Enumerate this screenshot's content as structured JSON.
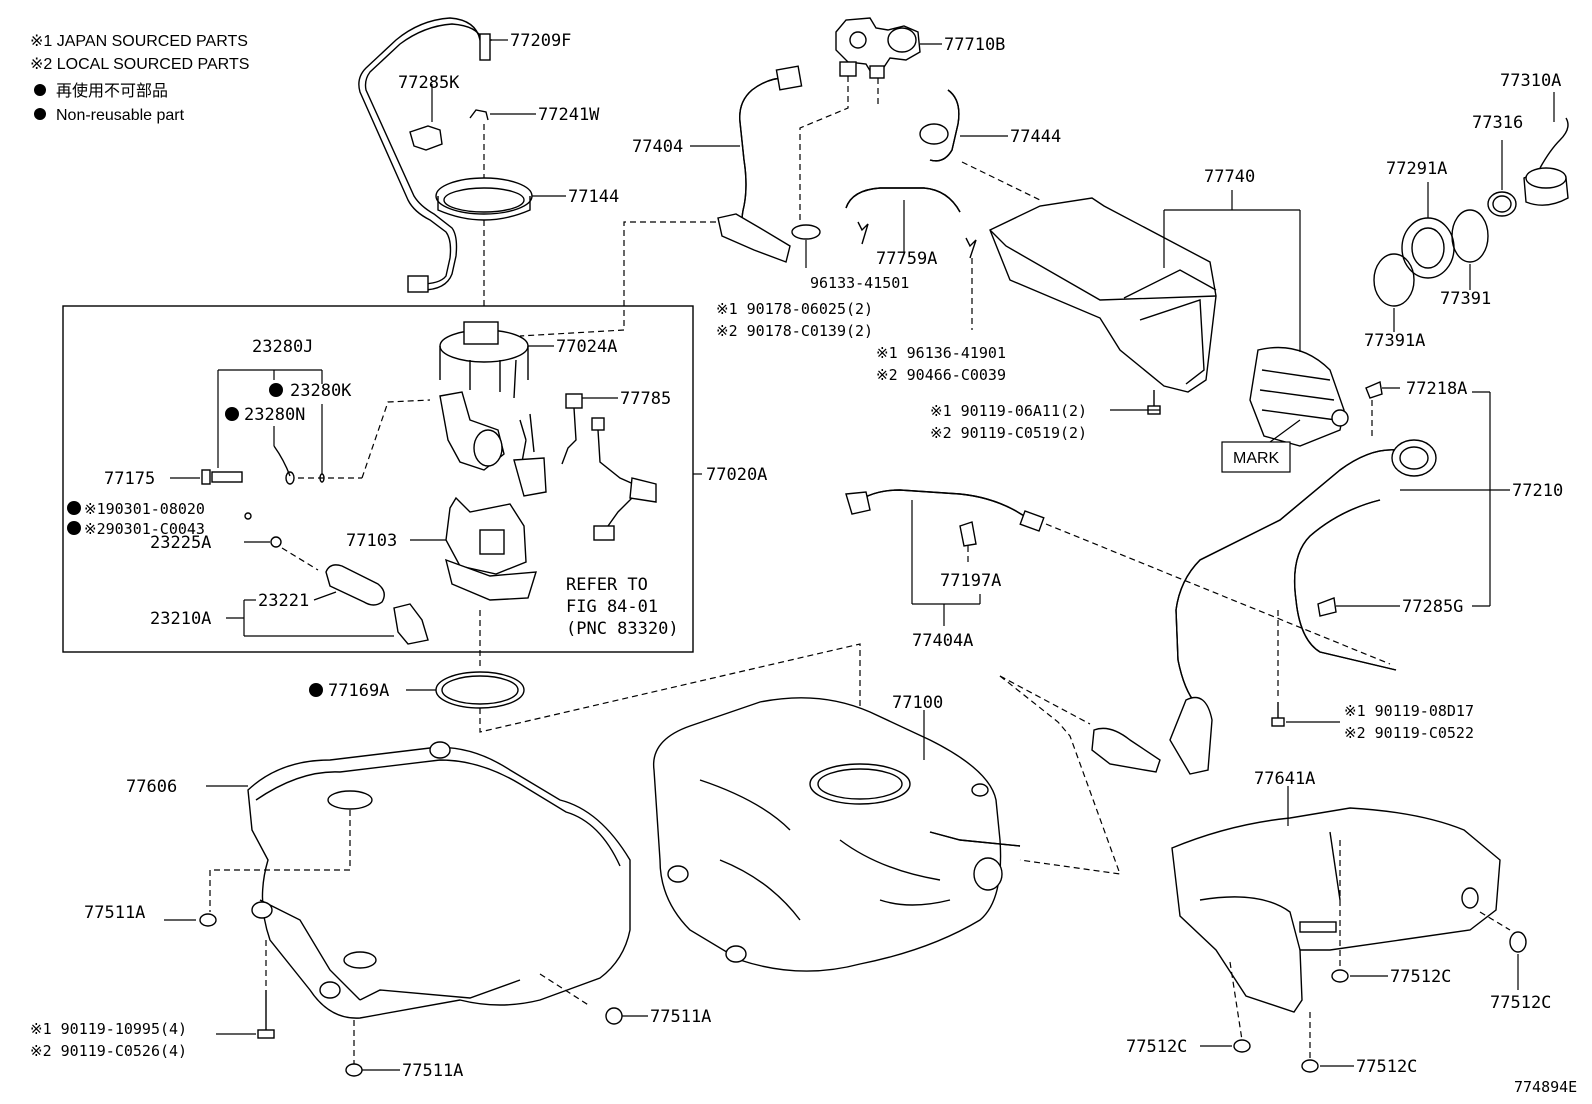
{
  "legend": {
    "line1": "※1 JAPAN SOURCED PARTS",
    "line2": "※2 LOCAL SOURCED PARTS",
    "line3": "再使用不可部品",
    "line4": "Non-reusable part"
  },
  "labels": {
    "p77209F": "77209F",
    "p77285K": "77285K",
    "p77241W": "77241W",
    "p77144": "77144",
    "p77710B": "77710B",
    "p77404": "77404",
    "p77444": "77444",
    "p77740": "77740",
    "p77310A": "77310A",
    "p77316": "77316",
    "p77291A": "77291A",
    "p77391": "77391",
    "p77391A": "77391A",
    "p77759A": "77759A",
    "p96133": "96133-41501",
    "p90178a": "※1 90178-06025(2)",
    "p90178b": "※2 90178-C0139(2)",
    "p96136a": "※1 96136-41901",
    "p96136b": "※2 90466-C0039",
    "p90119a": "※1 90119-06A11(2)",
    "p90119b": "※2 90119-C0519(2)",
    "mark": "MARK",
    "p77218A": "77218A",
    "p77210": "77210",
    "p77285G": "77285G",
    "p23280J": "23280J",
    "p23280K": "23280K",
    "p23280N": "23280N",
    "p77024A": "77024A",
    "p77785": "77785",
    "p77175": "77175",
    "p77020A": "77020A",
    "p90301a": "※190301-08020",
    "p90301b": "※290301-C0043",
    "p23225A": "23225A",
    "p77103": "77103",
    "p23221": "23221",
    "p23210A": "23210A",
    "refer1": "REFER TO",
    "refer2": "FIG 84-01",
    "refer3": "(PNC 83320)",
    "p77197A": "77197A",
    "p77404A": "77404A",
    "p77169A": "77169A",
    "p77100": "77100",
    "p90119c": "※1 90119-08D17",
    "p90119d": "※2 90119-C0522",
    "p77606": "77606",
    "p77641A": "77641A",
    "p77511A_1": "77511A",
    "p77511A_2": "77511A",
    "p77511A_3": "77511A",
    "p77512C_1": "77512C",
    "p77512C_2": "77512C",
    "p77512C_3": "77512C",
    "p77512C_4": "77512C",
    "p90119e": "※1  90119-10995(4)",
    "p90119f": "※2  90119-C0526(4)",
    "figno": "774894E"
  }
}
